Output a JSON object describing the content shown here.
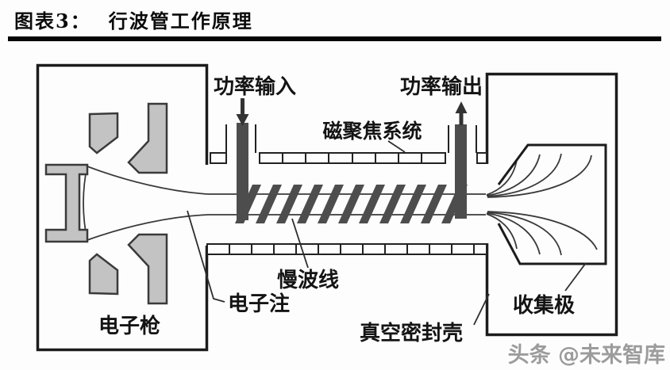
{
  "figure": {
    "caption_prefix": "图表3：",
    "caption_title": "行波管工作原理"
  },
  "diagram": {
    "labels": {
      "power_input": "功率输入",
      "power_output": "功率输出",
      "magnetic_focusing": "磁聚焦系统",
      "slow_wave_line": "慢波线",
      "electron_beam": "电子注",
      "electron_gun": "电子枪",
      "vacuum_envelope": "真空密封壳",
      "collector": "收集极"
    },
    "colors": {
      "outline": "#1c1c1c",
      "dark_fill": "#4d4d4d",
      "gray_fill": "#c3c3c3",
      "watermark_gray": "#9c9c9c"
    }
  },
  "watermark": {
    "text": "头条 @未来智库"
  }
}
